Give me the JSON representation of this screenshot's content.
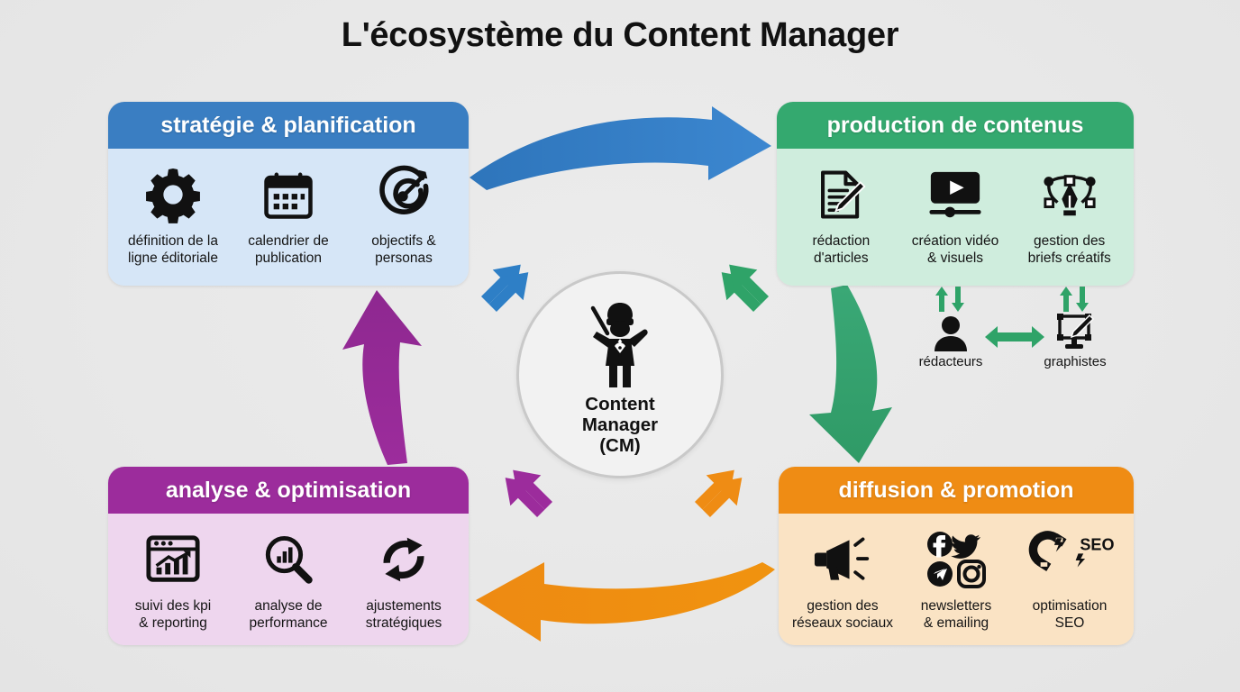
{
  "page": {
    "title": "L'écosystème du Content Manager",
    "background_color": "#e9e9e9"
  },
  "center": {
    "icon": "conductor-icon",
    "label": "Content\nManager\n(CM)",
    "circle_fill": "#f2f2f2",
    "circle_border": "#c9c9c9"
  },
  "quadrants": [
    {
      "id": "strategie",
      "header": "stratégie & planification",
      "header_color": "#3a7ec2",
      "body_color": "#d6e6f7",
      "items": [
        {
          "icon": "gear-icon",
          "label": "définition de la\nligne éditoriale"
        },
        {
          "icon": "calendar-icon",
          "label": "calendrier de\npublication"
        },
        {
          "icon": "target-icon",
          "label": "objectifs &\npersonas"
        }
      ]
    },
    {
      "id": "production",
      "header": "production de contenus",
      "header_color": "#34a96f",
      "body_color": "#cfeddd",
      "items": [
        {
          "icon": "document-pencil-icon",
          "label": "rédaction\nd'articles"
        },
        {
          "icon": "video-player-icon",
          "label": "création vidéo\n& visuels"
        },
        {
          "icon": "pen-tool-icon",
          "label": "gestion des\nbriefs créatifs"
        }
      ]
    },
    {
      "id": "analyse",
      "header": "analyse & optimisation",
      "header_color": "#9c2c9c",
      "body_color": "#eed6ee",
      "items": [
        {
          "icon": "dashboard-chart-icon",
          "label": "suivi des kpi\n& reporting"
        },
        {
          "icon": "magnifier-chart-icon",
          "label": "analyse de\nperformance"
        },
        {
          "icon": "refresh-cycle-icon",
          "label": "ajustements\nstratégiques"
        }
      ]
    },
    {
      "id": "diffusion",
      "header": "diffusion & promotion",
      "header_color": "#ef8c14",
      "body_color": "#fae3c4",
      "items": [
        {
          "icon": "megaphone-icon",
          "label": "gestion des\nréseaux sociaux"
        },
        {
          "icon": "social-networks-icon",
          "label": "newsletters\n& emailing"
        },
        {
          "icon": "seo-magnet-icon",
          "label": "optimisation\nSEO"
        }
      ]
    }
  ],
  "subroles": {
    "items": [
      {
        "icon": "person-icon",
        "label": "rédacteurs"
      },
      {
        "icon": "design-tablet-icon",
        "label": "graphistes"
      }
    ],
    "arrow_color": "#34a96f"
  },
  "flow_arrows": [
    {
      "name": "strategie-to-production",
      "color": "#2e75bb",
      "direction": "right"
    },
    {
      "name": "production-to-diffusion",
      "color": "#34a96f",
      "direction": "down"
    },
    {
      "name": "diffusion-to-analyse",
      "color": "#ef8c14",
      "direction": "left"
    },
    {
      "name": "analyse-to-strategie",
      "color": "#9c2c9c",
      "direction": "up"
    }
  ],
  "center_links": [
    {
      "name": "center-link-strategie",
      "color": "#2e75bb"
    },
    {
      "name": "center-link-production",
      "color": "#2fa368"
    },
    {
      "name": "center-link-analyse",
      "color": "#9c2c9c"
    },
    {
      "name": "center-link-diffusion",
      "color": "#ef8c14"
    }
  ],
  "seo_badge": "SEO"
}
